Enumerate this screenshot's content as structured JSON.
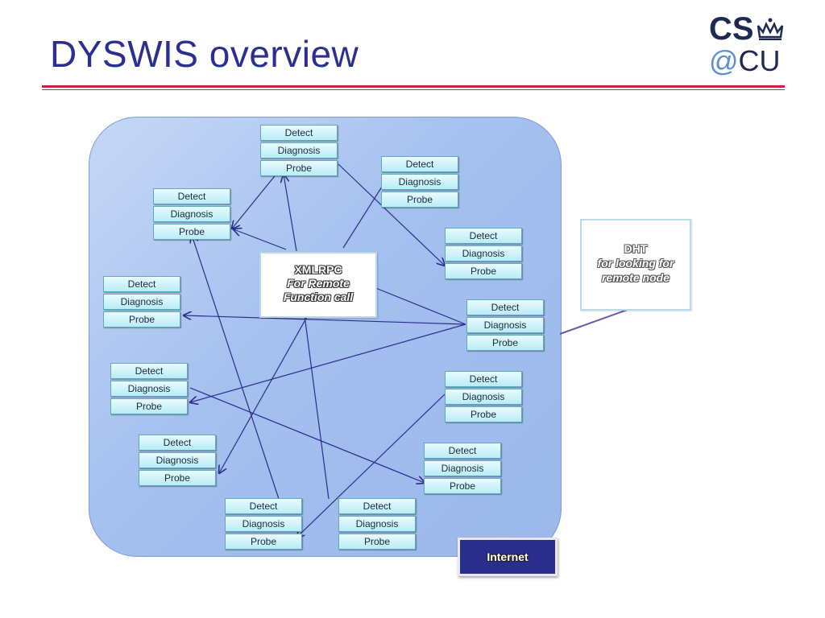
{
  "slide": {
    "title": "DYSWIS overview"
  },
  "logo": {
    "top": "CS",
    "at": "@",
    "bottom": "CU"
  },
  "node_labels": {
    "detect": "Detect",
    "diagnosis": "Diagnosis",
    "probe": "Probe"
  },
  "xmlrpc": {
    "line1": "XMLRPC",
    "line2": "For Remote",
    "line3": "Function call"
  },
  "dht": {
    "line1": "DHT",
    "line2": "for looking for",
    "line3": "remote node"
  },
  "internet": {
    "label": "Internet"
  },
  "colors": {
    "title": "#2b2f8f",
    "rule": "#c8243f",
    "arrow": "#2a2d8c",
    "cloud": "#a4c0ef"
  }
}
